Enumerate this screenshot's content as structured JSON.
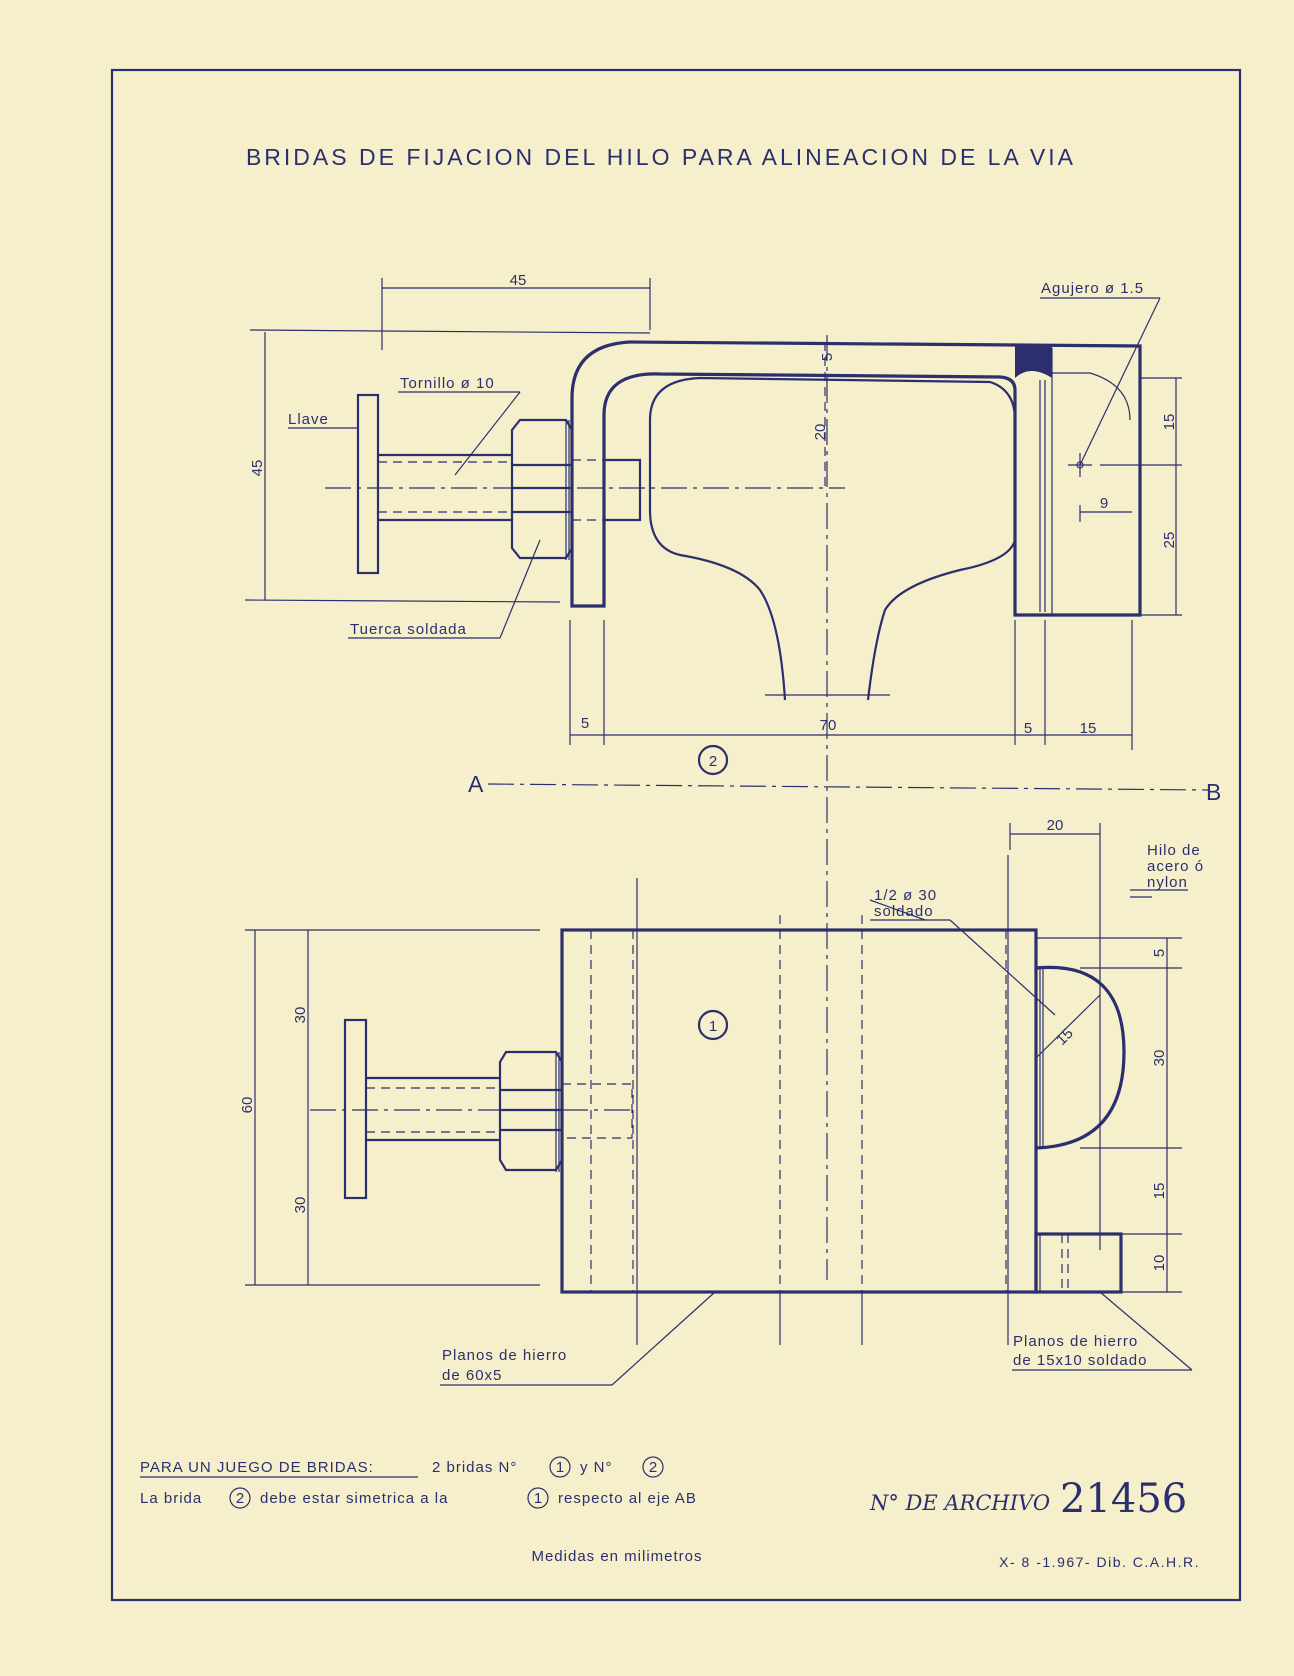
{
  "title": "BRIDAS DE FIJACION DEL HILO PARA ALINEACION DE LA VIA",
  "labels": {
    "tornillo": "Tornillo ø 10",
    "llave": "Llave",
    "tuerca": "Tuerca soldada",
    "agujero": "Agujero ø 1.5",
    "hilo_1": "Hilo de",
    "hilo_2": "acero ó",
    "hilo_3": "nylon",
    "media_1": "1/2 ø 30",
    "media_2": "soldado",
    "planos_a_1": "Planos de hierro",
    "planos_a_2": "de 60x5",
    "planos_b_1": "Planos de hierro",
    "planos_b_2": "de 15x10 soldado",
    "axis_a": "A",
    "axis_b": "B",
    "brida_1": "1",
    "brida_2": "2"
  },
  "dimensions": {
    "top_width_45": "45",
    "left_height_45": "45",
    "d5_top": "5",
    "d20": "20",
    "d15_right": "15",
    "d9": "9",
    "d25": "25",
    "d5_left": "5",
    "d70": "70",
    "d5_right": "5",
    "d15_bottom": "15",
    "d20_lower": "20",
    "d60": "60",
    "d30_upper": "30",
    "d30_lower": "30",
    "r15": "15",
    "d5_r": "5",
    "d30_r": "30",
    "d15_r": "15",
    "d10_r": "10"
  },
  "notes": {
    "heading": "PARA UN JUEGO DE BRIDAS:",
    "line1_rest_a": "2 bridas N°",
    "line1_rest_b": "y N°",
    "line2_a": "La brida",
    "line2_b": "debe estar simetrica a la",
    "line2_c": "respecto al eje AB",
    "units": "Medidas en milimetros"
  },
  "archive": {
    "label": "N° DE ARCHIVO",
    "number": "21456"
  },
  "drawing_ref": "X- 8 -1.967- Dib. C.A.H.R."
}
